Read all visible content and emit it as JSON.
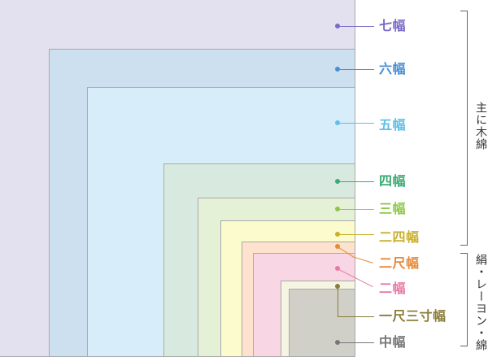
{
  "sizes": [
    {
      "key": "nanahaba",
      "label": "七幅",
      "color": "#7a6bc7",
      "fill": "#e3e0ef"
    },
    {
      "key": "rokuhaba",
      "label": "六幅",
      "color": "#4a8fd4",
      "fill": "#cde0f0"
    },
    {
      "key": "gohaba",
      "label": "五幅",
      "color": "#5fc0e8",
      "fill": "#d7edf9"
    },
    {
      "key": "yohaba",
      "label": "四幅",
      "color": "#3aab73",
      "fill": "#d8eae0"
    },
    {
      "key": "mihaba",
      "label": "三幅",
      "color": "#8ec84a",
      "fill": "#e5f1d6"
    },
    {
      "key": "nishihaba",
      "label": "二四幅",
      "color": "#c9b02c",
      "fill": "#fcfbcd"
    },
    {
      "key": "nishakuhaba",
      "label": "二尺幅",
      "color": "#e58a3c",
      "fill": "#fde3cd"
    },
    {
      "key": "futahaba",
      "label": "二幅",
      "color": "#e879a6",
      "fill": "#f8d6e3"
    },
    {
      "key": "isshakusanzun",
      "label": "一尺三寸幅",
      "color": "#8a7d3a",
      "fill": "#f6f5e4"
    },
    {
      "key": "chuhaba",
      "label": "中幅",
      "color": "#777777",
      "fill": "#d0d0c9"
    }
  ],
  "groups": {
    "cotton": {
      "label": "主に木綿"
    },
    "silk": {
      "label": "絹・レーヨン・綿"
    }
  }
}
